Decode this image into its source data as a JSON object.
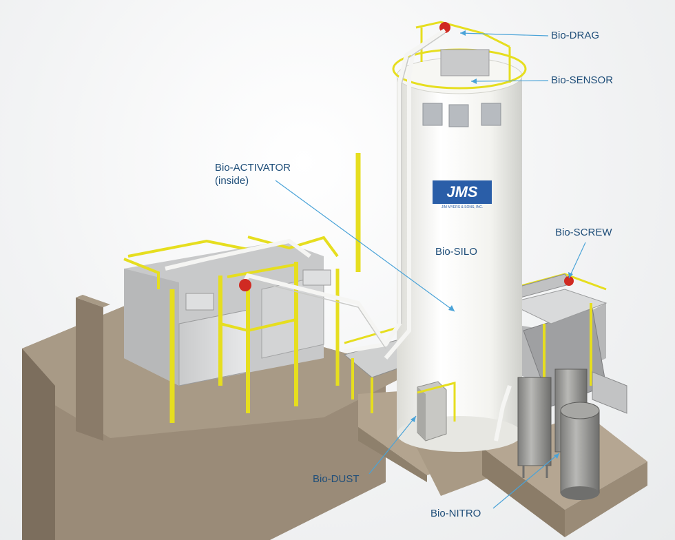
{
  "callouts": {
    "drag": "Bio-DRAG",
    "sensor": "Bio-SENSOR",
    "activator": "Bio-ACTIVATOR\n(inside)",
    "screw": "Bio-SCREW",
    "silo": "Bio-SILO",
    "dust": "Bio-DUST",
    "nitro": "Bio-NITRO"
  },
  "logo": {
    "brand": "JMS",
    "tagline": "JIM MYERS & SONS, INC."
  },
  "colors": {
    "label": "#1f4e79",
    "leader": "#4aa3d8",
    "railing": "#e6de1f",
    "concrete": "#8a7a66",
    "silo": "#fbfbf7",
    "logo_blue": "#2a5ea8"
  }
}
